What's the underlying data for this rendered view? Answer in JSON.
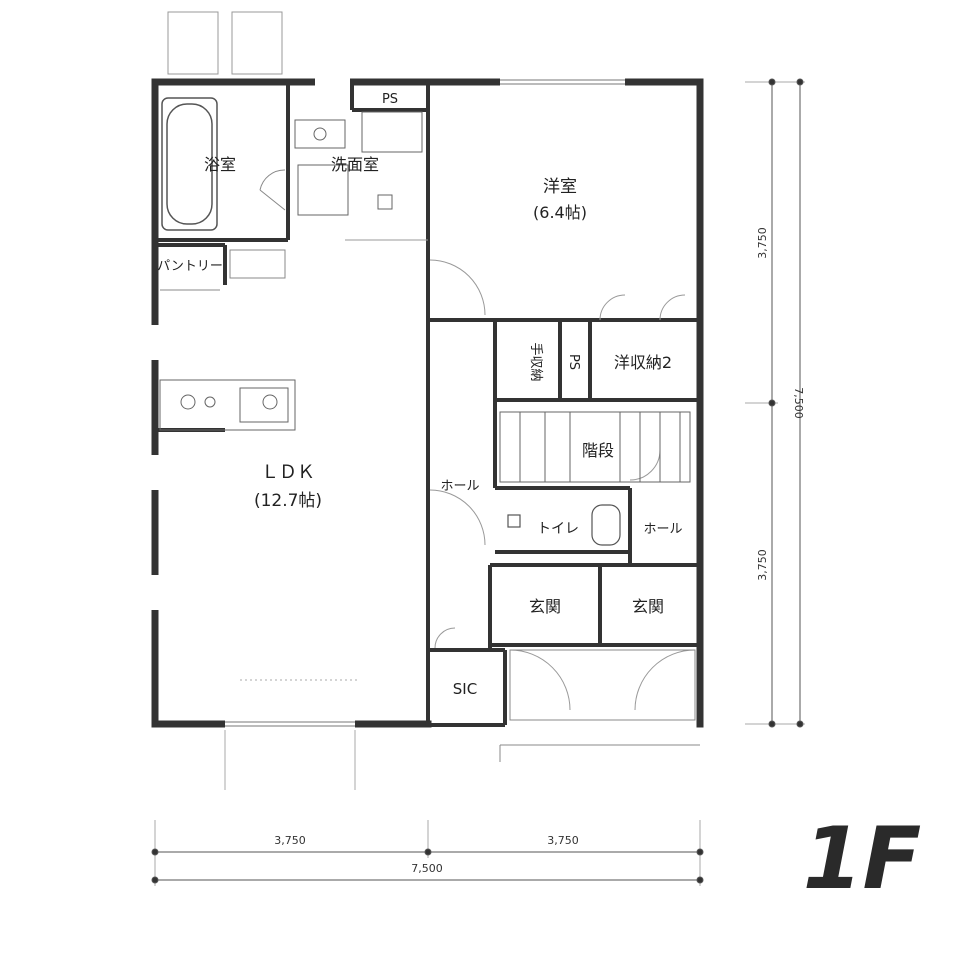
{
  "floor_label": "1F",
  "rooms": {
    "bath": "浴室",
    "washroom": "洗面室",
    "ps_top": "PS",
    "western_room": "洋室",
    "western_room_size": "(6.4帖)",
    "pantry": "パントリー",
    "ldk": "ＬＤＫ",
    "ldk_size": "(12.7帖)",
    "storage_small": "手収納",
    "ps_mid": "PS",
    "storage2": "洋収納2",
    "stairs": "階段",
    "hall_left": "ホール",
    "toilet": "トイレ",
    "hall_right": "ホール",
    "entrance_left": "玄関",
    "entrance_right": "玄関",
    "sic": "SIC"
  },
  "dimensions": {
    "bottom_left": "3,750",
    "bottom_right": "3,750",
    "bottom_total": "7,500",
    "right_top": "3,750",
    "right_bottom": "3,750",
    "right_total": "7,500"
  }
}
